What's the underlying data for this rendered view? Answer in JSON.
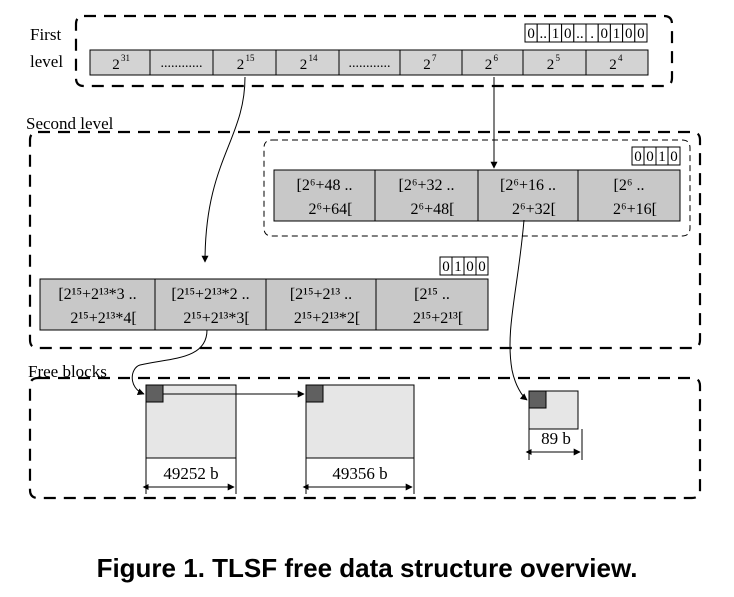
{
  "labels": {
    "first_level_1": "First",
    "first_level_2": "level",
    "second_level": "Second level",
    "free_blocks": "Free blocks"
  },
  "first_level": {
    "bitmap": [
      "0",
      "..",
      "1",
      "0",
      "..",
      ".",
      "0",
      "1",
      "0",
      "0"
    ],
    "cells": [
      {
        "base": "2",
        "exp": "31"
      },
      {
        "text": "............"
      },
      {
        "base": "2",
        "exp": "15"
      },
      {
        "base": "2",
        "exp": "14"
      },
      {
        "text": "............"
      },
      {
        "base": "2",
        "exp": "7"
      },
      {
        "base": "2",
        "exp": "6"
      },
      {
        "base": "2",
        "exp": "5"
      },
      {
        "base": "2",
        "exp": "4"
      }
    ]
  },
  "second_level_a": {
    "bitmap": [
      "0",
      "0",
      "1",
      "0"
    ],
    "cells": [
      {
        "top": "[2⁶+48 ..",
        "bottom": "2⁶+64["
      },
      {
        "top": "[2⁶+32 ..",
        "bottom": "2⁶+48["
      },
      {
        "top": "[2⁶+16 ..",
        "bottom": "2⁶+32["
      },
      {
        "top": "[2⁶ ..",
        "bottom": "2⁶+16["
      }
    ]
  },
  "second_level_b": {
    "bitmap": [
      "0",
      "1",
      "0",
      "0"
    ],
    "cells": [
      {
        "top": "[2¹⁵+2¹³*3 ..",
        "bottom": "2¹⁵+2¹³*4["
      },
      {
        "top": "[2¹⁵+2¹³*2 ..",
        "bottom": "2¹⁵+2¹³*3["
      },
      {
        "top": "[2¹⁵+2¹³ ..",
        "bottom": "2¹⁵+2¹³*2["
      },
      {
        "top": "[2¹⁵ ..",
        "bottom": "2¹⁵+2¹³["
      }
    ]
  },
  "free_blocks": [
    {
      "size": "49252 b"
    },
    {
      "size": "49356 b"
    },
    {
      "size": "89 b"
    }
  ],
  "caption": "Figure 1. TLSF free data structure overview."
}
